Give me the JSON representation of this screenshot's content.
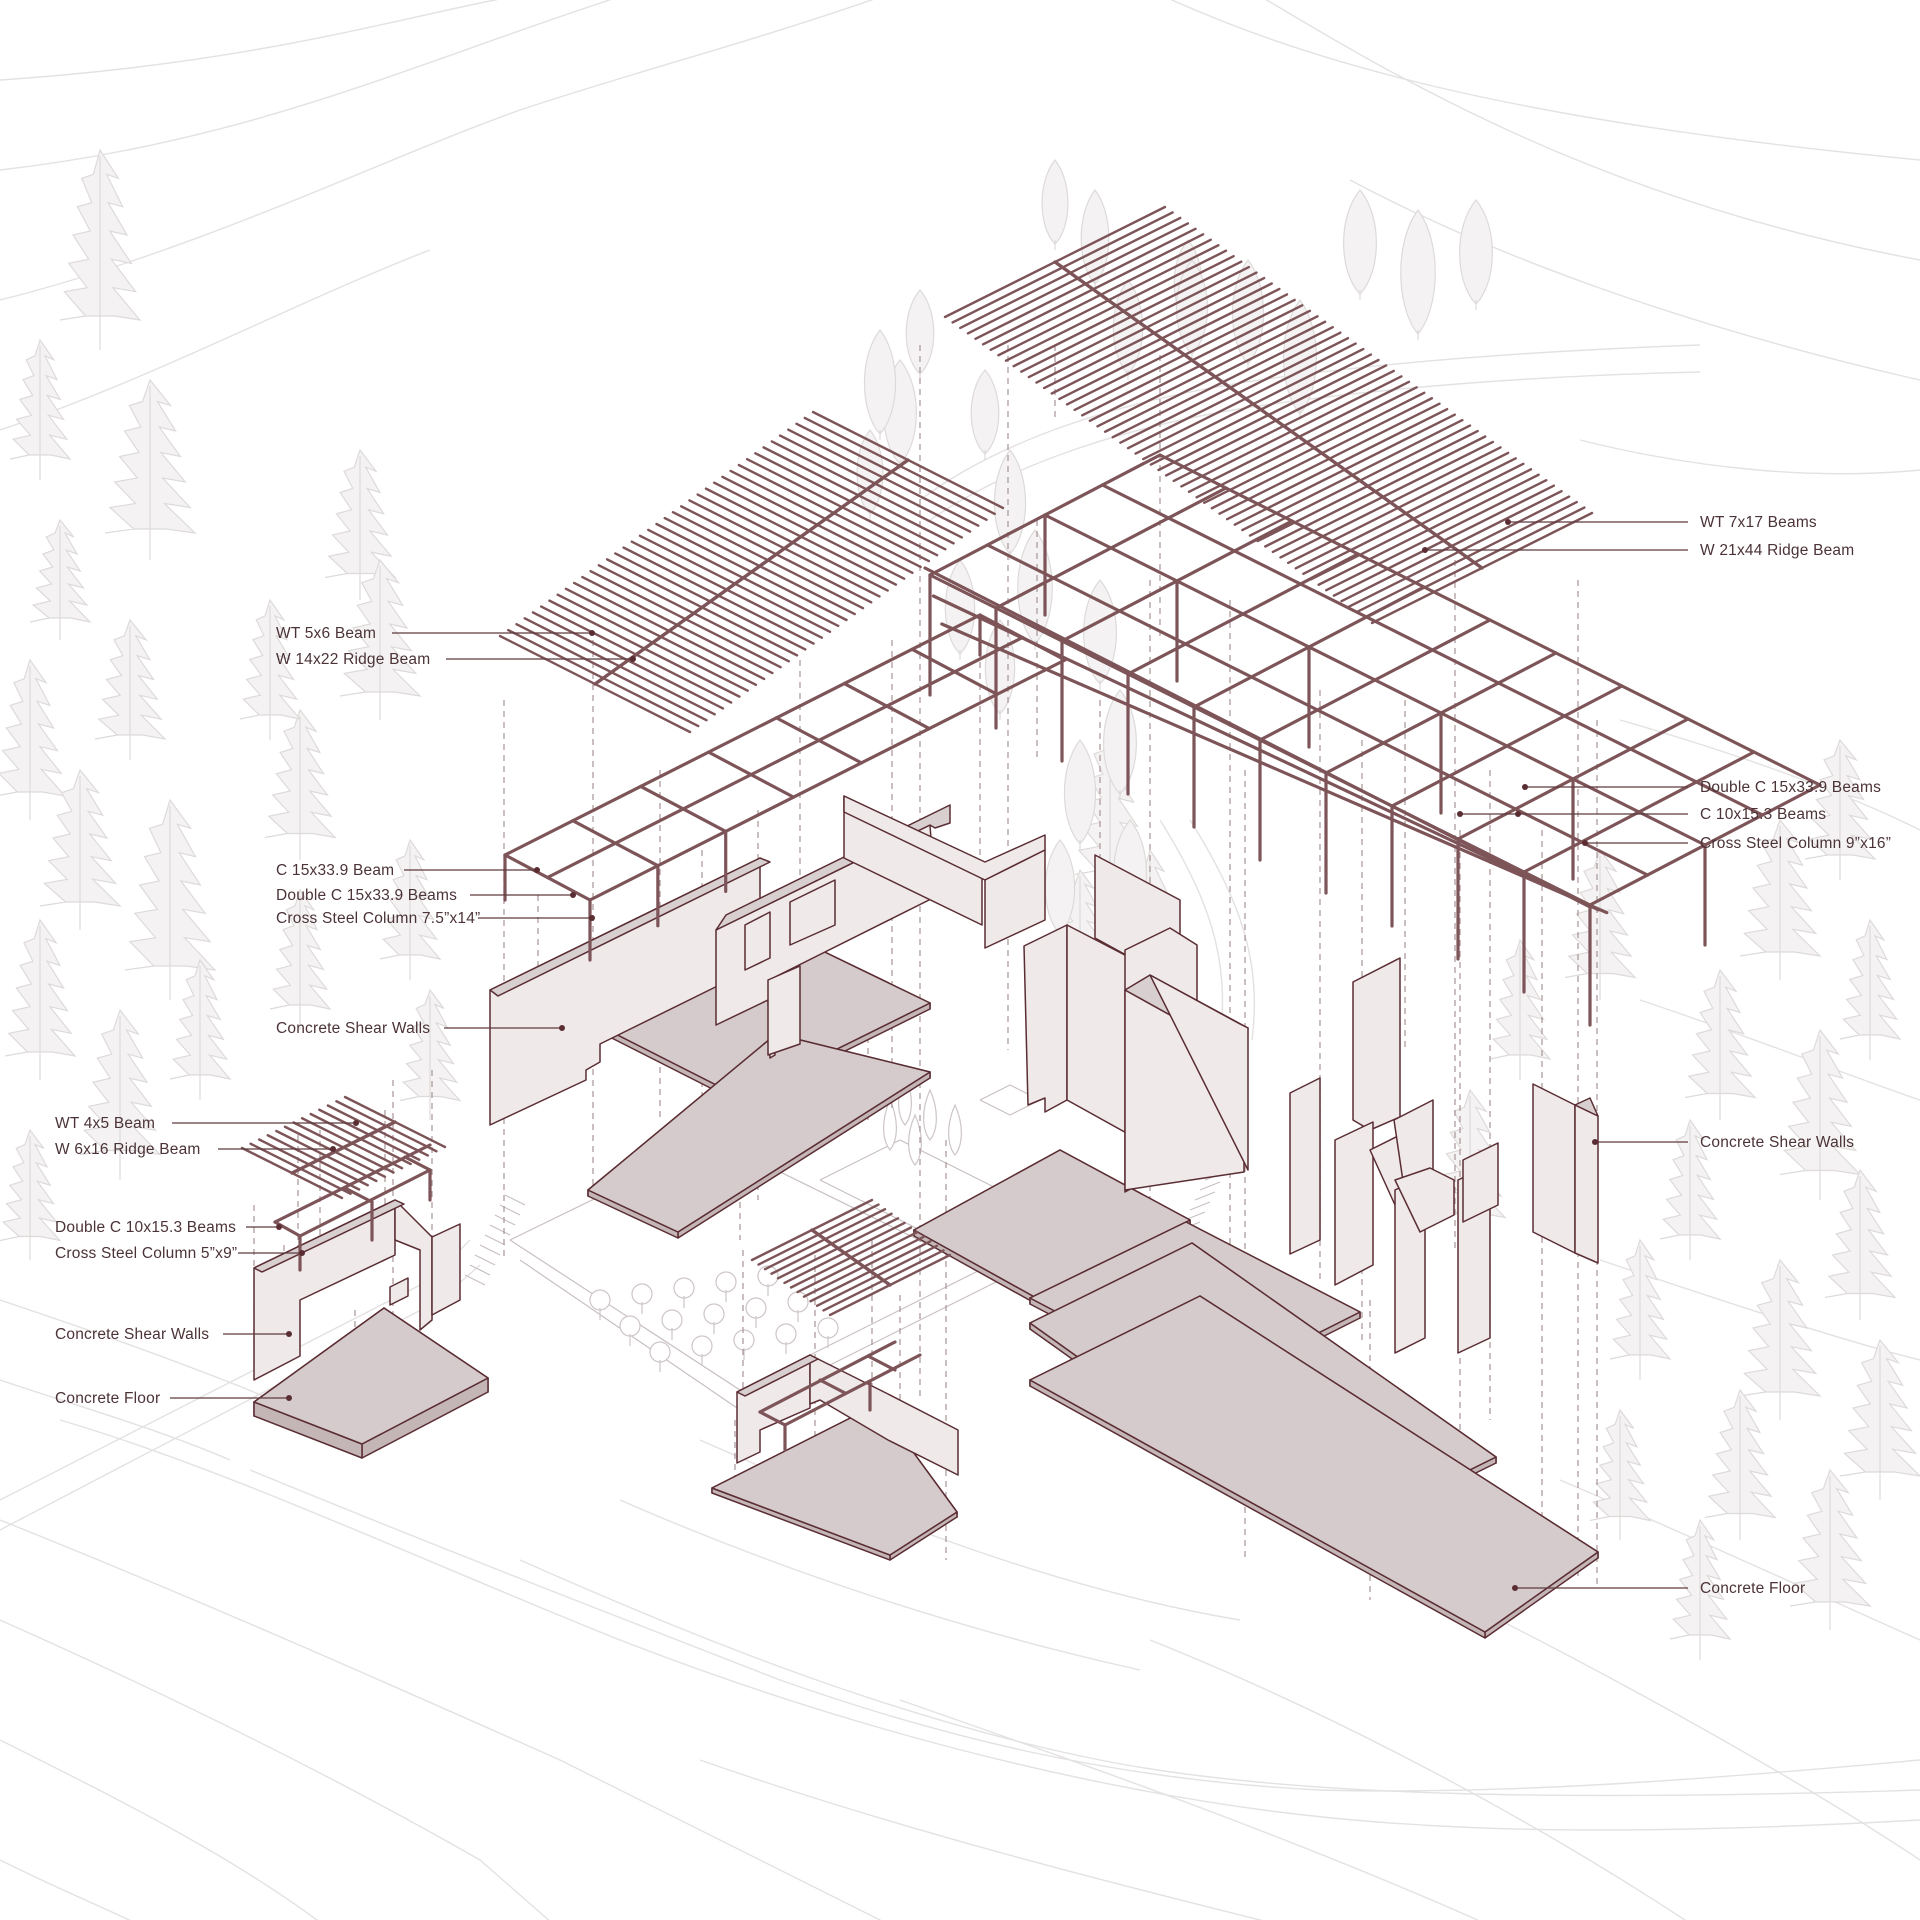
{
  "colors": {
    "background": "#ffffff",
    "contour": "#e4e1e1",
    "tree": "#dedada",
    "tree_fill": "#f4f2f2",
    "structure": "#7d5458",
    "structure_dark": "#5a2d33",
    "wall_fill": "#efe9ea",
    "floor_fill": "#d6cbcc",
    "dashed": "#a99496",
    "label": "#4b3337",
    "leader": "#5e3a3e"
  },
  "labels": {
    "wt_7x17": "WT 7x17 Beams",
    "w_21x44": "W 21x44 Ridge Beam",
    "wt_5x6": "WT 5x6 Beam",
    "w_14x22": "W 14x22 Ridge Beam",
    "double_c_15_right": "Double C 15x33.9 Beams",
    "c_10_right": "C 10x15.3 Beams",
    "cross_9x16": "Cross Steel Column 9”x16”",
    "c_15_beam": "C 15x33.9 Beam",
    "double_c_15_left": "Double C 15x33.9 Beams",
    "cross_7x14": "Cross Steel Column 7.5”x14”",
    "shear_walls_mid": "Concrete Shear Walls",
    "shear_walls_right": "Concrete Shear Walls",
    "wt_4x5": "WT 4x5 Beam",
    "w_6x16": "W 6x16 Ridge Beam",
    "double_c_10": "Double C 10x15.3 Beams",
    "cross_5x9": "Cross Steel Column 5”x9”",
    "shear_walls_left": "Concrete Shear Walls",
    "floor_left": "Concrete Floor",
    "floor_right": "Concrete Floor"
  }
}
